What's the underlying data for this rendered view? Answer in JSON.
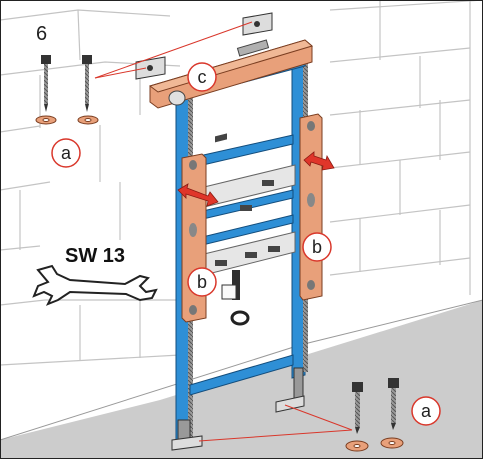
{
  "step_number": "6",
  "tool_label": "SW 13",
  "callouts": {
    "a": "a",
    "b": "b",
    "c": "c"
  },
  "colors": {
    "frame_blue": "#2e8fd6",
    "frame_blue_dark": "#1d6aa8",
    "orange_part": "#e8a07a",
    "orange_dark": "#c97a55",
    "callout_red": "#d9372b",
    "arrow_red": "#e0362a",
    "wall_line": "#bdbdbd",
    "floor": "#c9c9c9"
  },
  "icons": [
    "wrench-icon",
    "screw-icon",
    "washer-icon",
    "arrow-icon"
  ]
}
